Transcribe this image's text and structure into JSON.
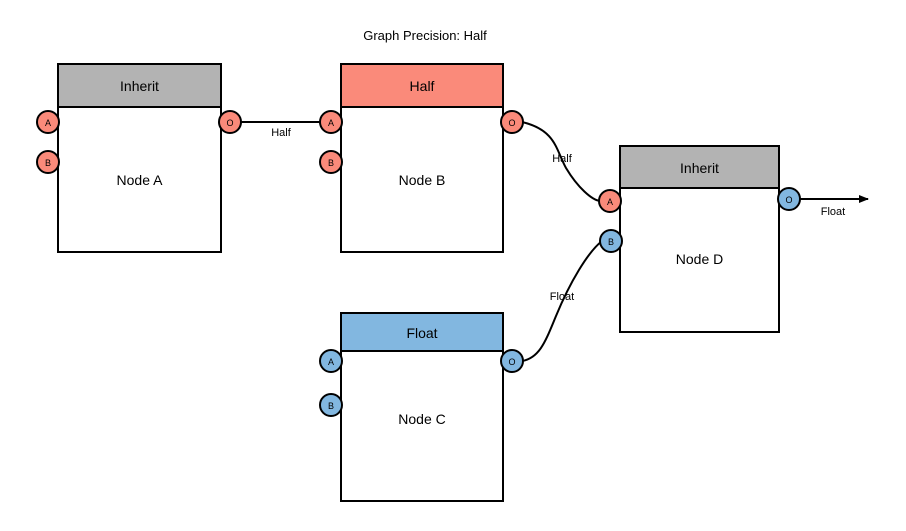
{
  "title": "Graph Precision: Half",
  "colors": {
    "inherit_header": "#b3b3b3",
    "half_header": "#fa8a7a",
    "float_header": "#82b7e0",
    "half_port": "#fa8a7a",
    "float_port": "#82b7e0",
    "stroke": "#000000",
    "background": "#ffffff",
    "node_body": "#ffffff"
  },
  "nodes": [
    {
      "id": "node-a",
      "name": "Node A",
      "header": "Inherit",
      "header_color": "#b3b3b3",
      "ports": [
        {
          "id": "a",
          "label": "A",
          "side": "left",
          "color": "#fa8a7a"
        },
        {
          "id": "b",
          "label": "B",
          "side": "left",
          "color": "#fa8a7a"
        },
        {
          "id": "o",
          "label": "O",
          "side": "right",
          "color": "#fa8a7a"
        }
      ]
    },
    {
      "id": "node-b",
      "name": "Node B",
      "header": "Half",
      "header_color": "#fa8a7a",
      "ports": [
        {
          "id": "a",
          "label": "A",
          "side": "left",
          "color": "#fa8a7a"
        },
        {
          "id": "b",
          "label": "B",
          "side": "left",
          "color": "#fa8a7a"
        },
        {
          "id": "o",
          "label": "O",
          "side": "right",
          "color": "#fa8a7a"
        }
      ]
    },
    {
      "id": "node-c",
      "name": "Node C",
      "header": "Float",
      "header_color": "#82b7e0",
      "ports": [
        {
          "id": "a",
          "label": "A",
          "side": "left",
          "color": "#82b7e0"
        },
        {
          "id": "b",
          "label": "B",
          "side": "left",
          "color": "#82b7e0"
        },
        {
          "id": "o",
          "label": "O",
          "side": "right",
          "color": "#82b7e0"
        }
      ]
    },
    {
      "id": "node-d",
      "name": "Node D",
      "header": "Inherit",
      "header_color": "#b3b3b3",
      "ports": [
        {
          "id": "a",
          "label": "A",
          "side": "left",
          "color": "#fa8a7a"
        },
        {
          "id": "b",
          "label": "B",
          "side": "left",
          "color": "#82b7e0"
        },
        {
          "id": "o",
          "label": "O",
          "side": "right",
          "color": "#82b7e0"
        }
      ]
    }
  ],
  "edges": [
    {
      "id": "edge-a-to-b",
      "label": "Half",
      "from": "node-a.o",
      "to": "node-b.a"
    },
    {
      "id": "edge-b-to-d",
      "label": "Half",
      "from": "node-b.o",
      "to": "node-d.a"
    },
    {
      "id": "edge-c-to-d",
      "label": "Float",
      "from": "node-c.o",
      "to": "node-d.b"
    },
    {
      "id": "edge-d-out",
      "label": "Float",
      "from": "node-d.o",
      "to": "output"
    }
  ]
}
